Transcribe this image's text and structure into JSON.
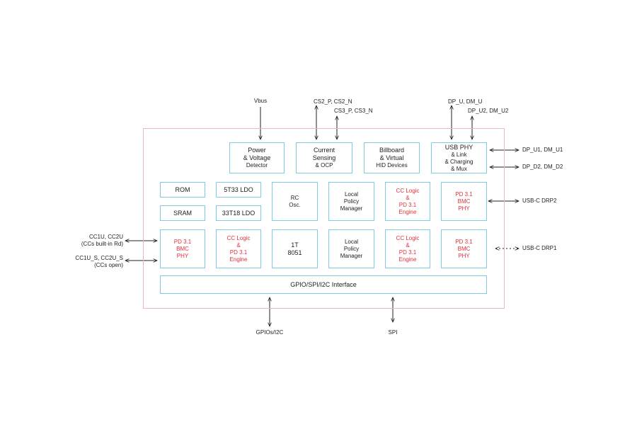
{
  "blocks": {
    "power": [
      "Power",
      "& Voltage",
      "Detector"
    ],
    "current": [
      "Current",
      "Sensing",
      "& OCP"
    ],
    "billboard": [
      "Billboard",
      "& Virtual",
      "HID Devices"
    ],
    "usbphy": [
      "USB PHY",
      "& Link",
      "& Charging",
      "& Mux"
    ],
    "rom": [
      "ROM"
    ],
    "sram": [
      "SRAM"
    ],
    "ldo1": [
      "5T33 LDO"
    ],
    "ldo2": [
      "33T18 LDO"
    ],
    "rc": [
      "RC",
      "Osc."
    ],
    "lpm1": [
      "Local",
      "Policy",
      "Manager"
    ],
    "cc1": [
      "CC Logic",
      "&",
      "PD 3.1",
      "Engine"
    ],
    "pdphy1": [
      "PD 3.1",
      "BMC",
      "PHY"
    ],
    "pdphyL": [
      "PD 3.1",
      "BMC",
      "PHY"
    ],
    "ccL": [
      "CC Logic",
      "&",
      "PD 3.1",
      "Engine"
    ],
    "mcu": [
      "1T",
      "8051"
    ],
    "lpm2": [
      "Local",
      "Policy",
      "Manager"
    ],
    "cc2": [
      "CC Logic",
      "&",
      "PD 3.1",
      "Engine"
    ],
    "pdphy2": [
      "PD 3.1",
      "BMC",
      "PHY"
    ],
    "gpio": [
      "GPIO/SPI/I2C Interface"
    ]
  },
  "labels": {
    "vbus": [
      "Vbus"
    ],
    "cs2": [
      "CS2_P, CS2_N"
    ],
    "cs3": [
      "CS3_P, CS3_N"
    ],
    "dpu": [
      "DP_U, DM_U"
    ],
    "dpu2": [
      "DP_U2, DM_U2"
    ],
    "dpu1": [
      "DP_U1, DM_U1"
    ],
    "dpd2": [
      "DP_D2, DM_D2"
    ],
    "drp2": [
      "USB-C DRP2"
    ],
    "drp1": [
      "USB-C DRP1"
    ],
    "cc1u": [
      "CC1U, CC2U",
      "(CCs built-in Rd)"
    ],
    "cc1us": [
      "CC1U_S, CC2U_S",
      "(CCs open)"
    ],
    "gpios": [
      "GPIOs/I2C"
    ],
    "spi": [
      "SPI"
    ]
  }
}
